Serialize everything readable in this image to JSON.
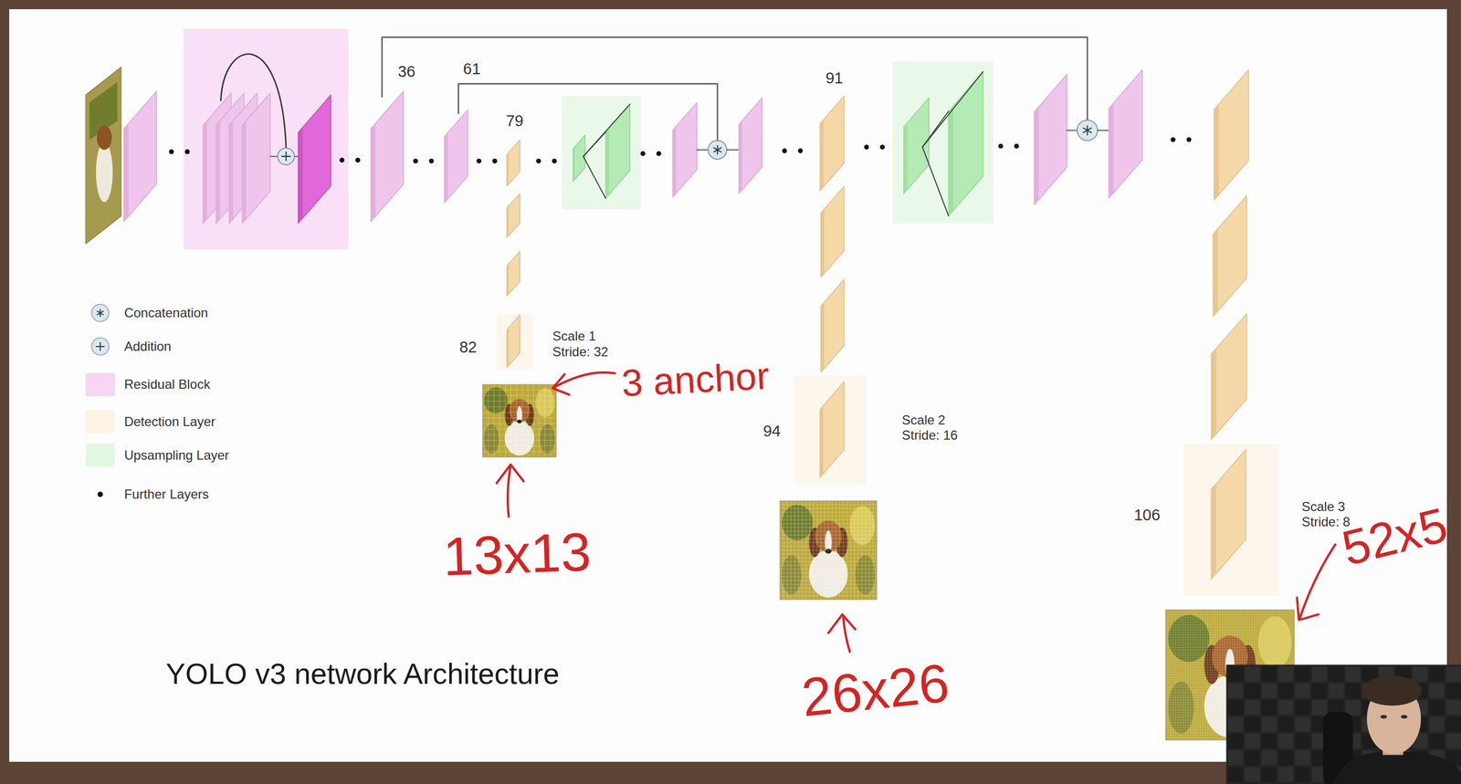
{
  "diagram": {
    "title": "YOLO v3 network Architecture",
    "labels": [
      "36",
      "61",
      "79",
      "91",
      "82",
      "Scale 1 Stride: 32",
      "94",
      "Scale 2 Stride: 16",
      "106",
      "Scale 3 Stride: 8",
      "3 anchor",
      "13x13",
      "26x26",
      "52x5"
    ],
    "legend": [
      {
        "text": "Concatenation"
      },
      {
        "text": "Addition"
      },
      {
        "text": "Residual Block",
        "color": "#f7d5f3"
      },
      {
        "text": "Detection Layer",
        "color": "#fcf3e4"
      },
      {
        "text": "Upsampling Layer",
        "color": "#e2f7e2"
      },
      {
        "text": "Further Layers"
      }
    ]
  }
}
